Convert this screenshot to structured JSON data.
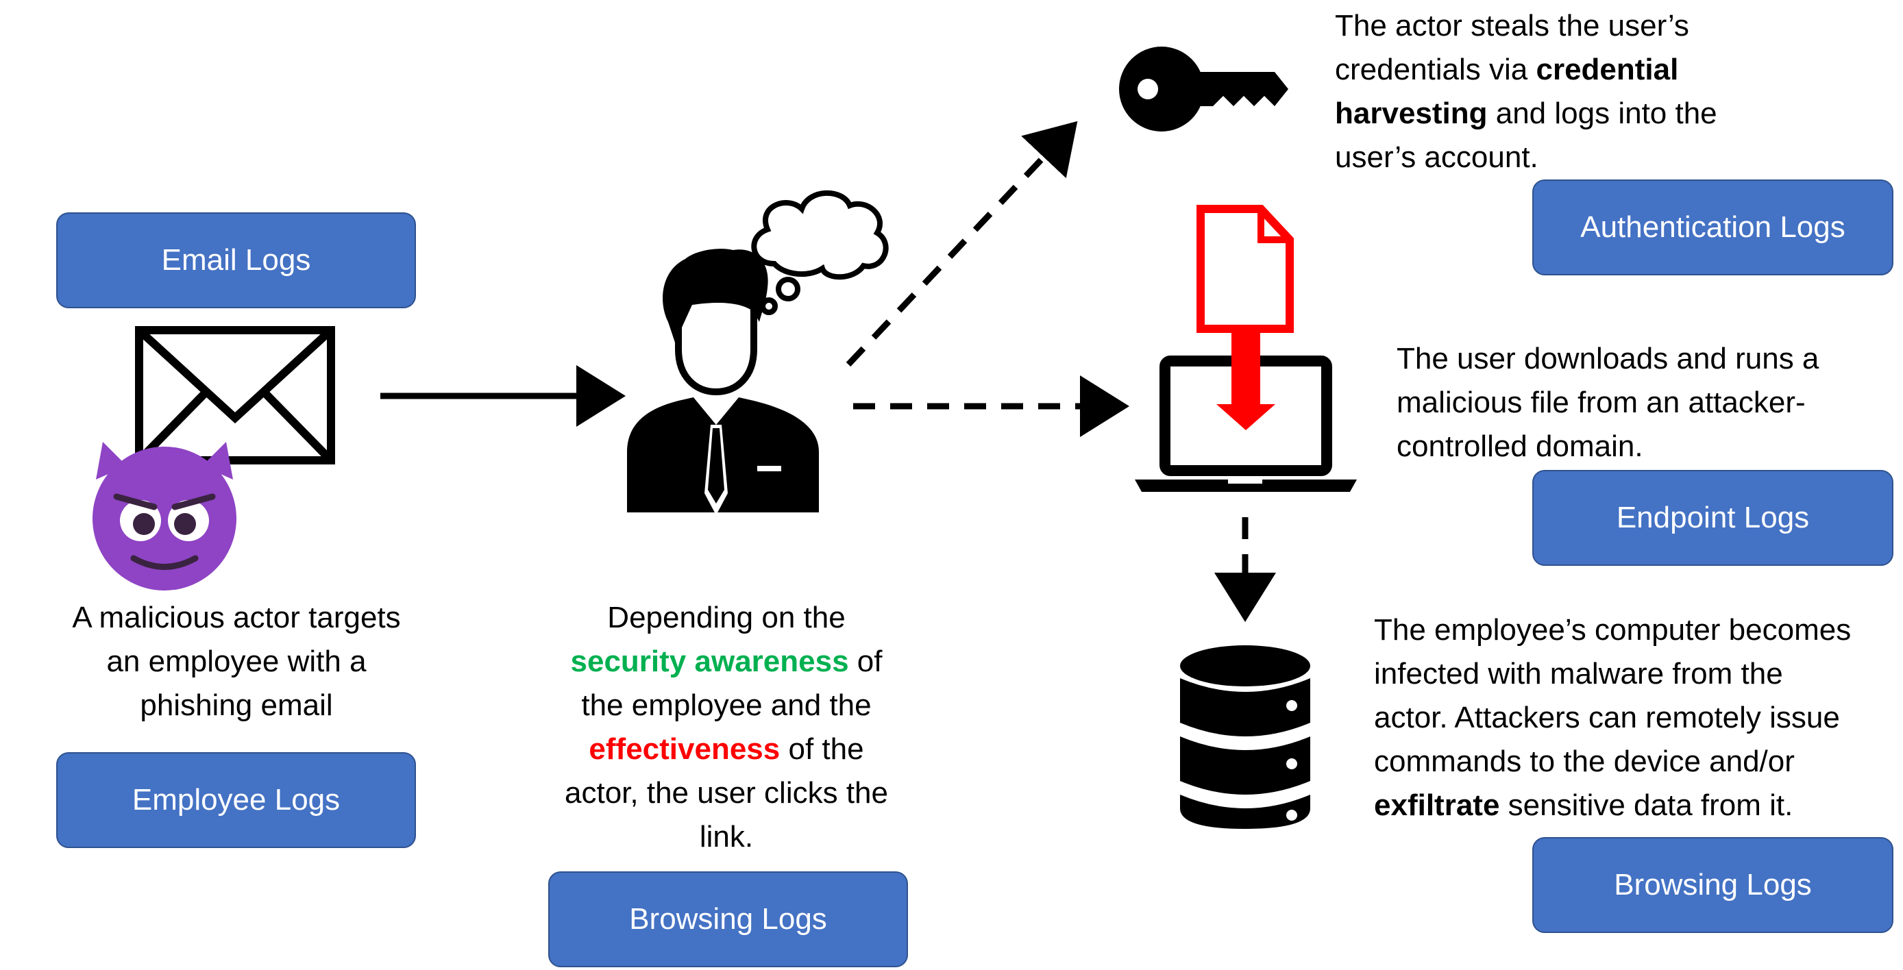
{
  "labels": {
    "email_logs": "Email Logs",
    "employee_logs": "Employee Logs",
    "browsing_logs_mid": "Browsing Logs",
    "authentication_logs": "Authentication Logs",
    "endpoint_logs": "Endpoint Logs",
    "browsing_logs_right": "Browsing Logs"
  },
  "texts": {
    "actor_line1": "A malicious actor targets",
    "actor_line2": "an employee with a",
    "actor_line3": "phishing email",
    "dep_line1": "Depending on the",
    "dep_green": "security awareness",
    "dep_line2_tail": " of",
    "dep_line3": "the employee and the",
    "dep_red": "effectiveness",
    "dep_line4_tail": " of the",
    "dep_line5": "actor, the user clicks the",
    "dep_line6": "link.",
    "cred_line1": "The actor steals the user’s",
    "cred_line2_pre": "credentials via ",
    "cred_line2_bold": "credential",
    "cred_line3_bold": "harvesting",
    "cred_line3_post": " and logs into the",
    "cred_line4": "user’s account.",
    "dl_line1": "The user downloads and runs a",
    "dl_line2": "malicious file from an attacker-",
    "dl_line3": "controlled domain.",
    "mal_line1": "The employee’s computer becomes",
    "mal_line2": "infected with malware from the",
    "mal_line3": "actor. Attackers can remotely issue",
    "mal_line4": "commands to the device and/or",
    "mal_line5_bold": "exfiltrate",
    "mal_line5_post": " sensitive data from it."
  },
  "icons": {
    "envelope": "envelope-icon",
    "devil": "devil-face-icon",
    "person": "businessman-icon",
    "thought": "thought-bubble-icon",
    "key": "key-icon",
    "file": "file-icon",
    "laptop": "laptop-icon",
    "database": "database-icon"
  },
  "colors": {
    "pill": "#4472c4",
    "green": "#00b050",
    "red": "#ff0000",
    "devil": "#8e44c4"
  }
}
